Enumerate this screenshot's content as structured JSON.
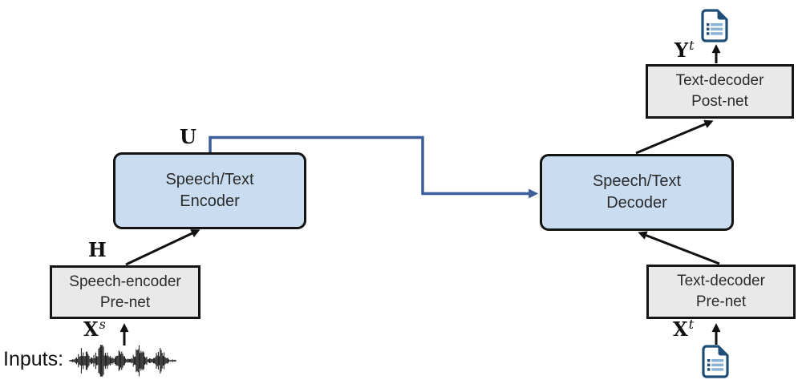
{
  "colors": {
    "canvas_bg": "#ffffff",
    "box_blue_fill": "#c9dcf0",
    "box_gray_fill": "#e9e9e9",
    "box_border": "#141414",
    "box_text": "#2b2b2b",
    "arrow_black": "#111111",
    "arrow_blue": "#3c5e9a",
    "doc_icon_dark": "#1f4e79",
    "doc_icon_lines": "#8ab1d6",
    "label_text": "#111111"
  },
  "boxes": {
    "encoder": {
      "line1": "Speech/Text",
      "line2": "Encoder"
    },
    "decoder": {
      "line1": "Speech/Text",
      "line2": "Decoder"
    },
    "speech_prenet": {
      "line1": "Speech-encoder",
      "line2": "Pre-net"
    },
    "text_prenet": {
      "line1": "Text-decoder",
      "line2": "Pre-net"
    },
    "text_postnet": {
      "line1": "Text-decoder",
      "line2": "Post-net"
    }
  },
  "labels": {
    "encoder_output": "U",
    "speech_prenet_output": "H",
    "speech_input_base": "X",
    "speech_input_sup": "s",
    "text_input_base": "X",
    "text_input_sup": "t",
    "text_output_base": "Y",
    "text_output_sup": "t",
    "inputs_caption": "Inputs:"
  },
  "icons": {
    "top_document": "text-document-icon",
    "bottom_document": "text-document-icon",
    "waveform": "speech-waveform-icon"
  }
}
